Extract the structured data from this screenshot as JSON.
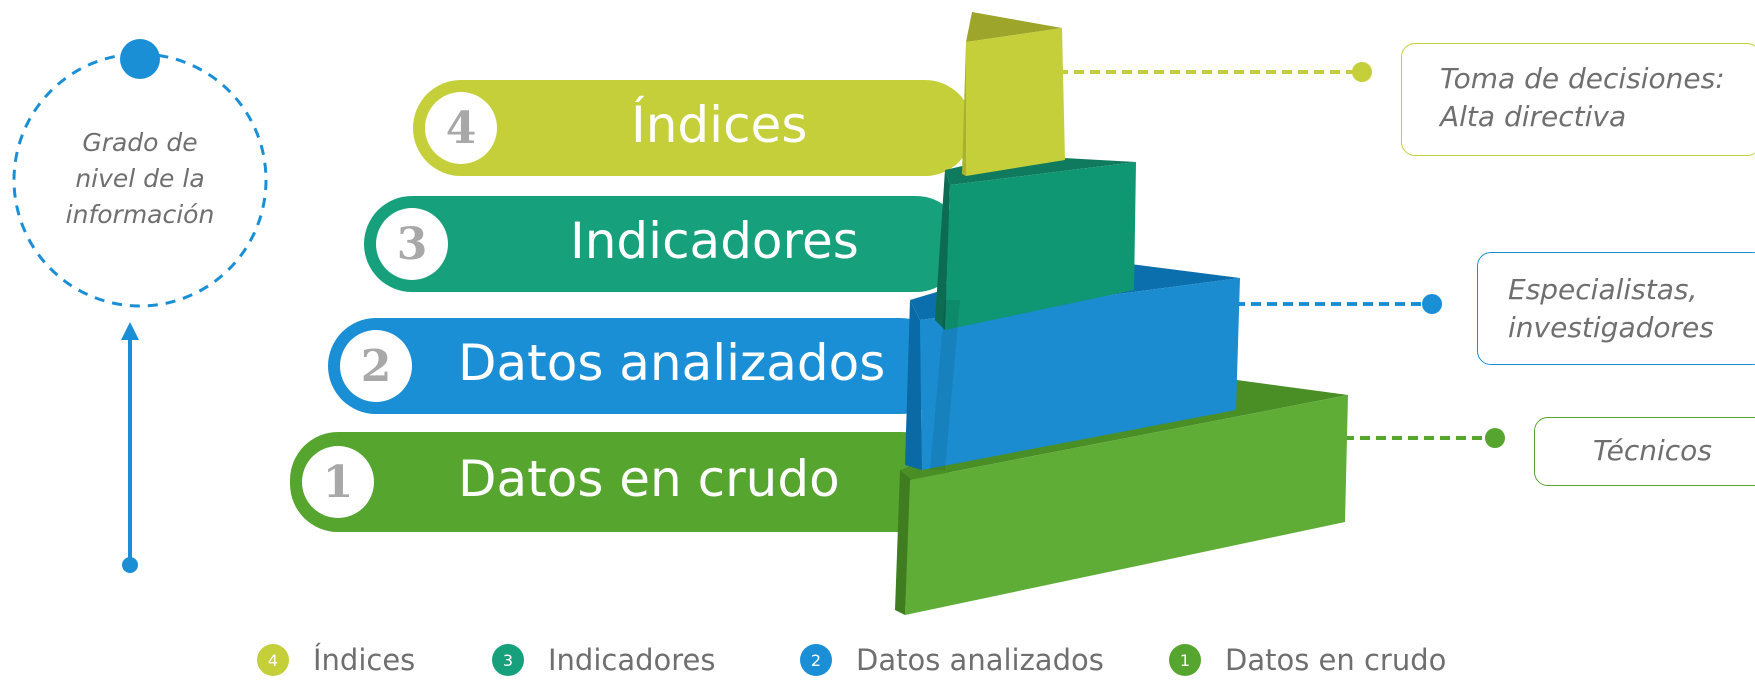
{
  "side_label": {
    "lines": [
      "Grado de",
      "nivel de la",
      "información"
    ]
  },
  "levels": [
    {
      "number": "4",
      "label": "Índices",
      "color": "#c4cf3a"
    },
    {
      "number": "3",
      "label": "Indicadores",
      "color": "#17a07c"
    },
    {
      "number": "2",
      "label": "Datos analizados",
      "color": "#1b8fd6"
    },
    {
      "number": "1",
      "label": "Datos en crudo",
      "color": "#56a52f"
    }
  ],
  "callouts": {
    "top": {
      "line1": "Toma de decisiones:",
      "line2": "Alta directiva",
      "color": "#c4cf3a"
    },
    "middle": {
      "line1": "Especialistas,",
      "line2": "investigadores",
      "color": "#1b8fd6"
    },
    "bottom": {
      "line1": "Técnicos",
      "color": "#56a52f"
    }
  },
  "legend": [
    {
      "number": "4",
      "label": "Índices",
      "color": "#c4cf3a"
    },
    {
      "number": "3",
      "label": "Indicadores",
      "color": "#17a07c"
    },
    {
      "number": "2",
      "label": "Datos analizados",
      "color": "#1b8fd6"
    },
    {
      "number": "1",
      "label": "Datos en crudo",
      "color": "#56a52f"
    }
  ]
}
